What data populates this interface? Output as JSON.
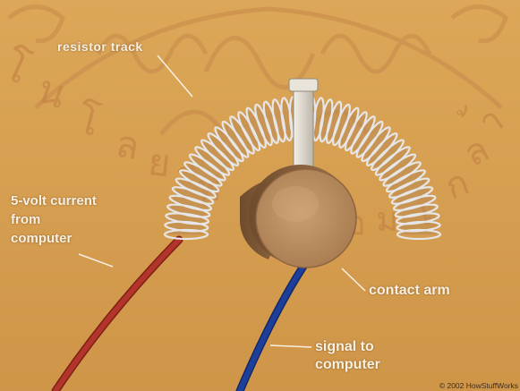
{
  "labels": {
    "resistor_track": "resistor track",
    "five_volt": "5-volt current\nfrom\ncomputer",
    "contact_arm": "contact arm",
    "signal": "signal to\ncomputer"
  },
  "copyright": "© 2002 HowStuffWorks",
  "colors": {
    "background": "#d9a354",
    "watermark": "#c9884a",
    "coil": "#e6e6e8",
    "knob": "#b5895c",
    "red_wire": "#b3342a",
    "blue_wire": "#1d3f9a",
    "label_text": "#f7efe1"
  }
}
